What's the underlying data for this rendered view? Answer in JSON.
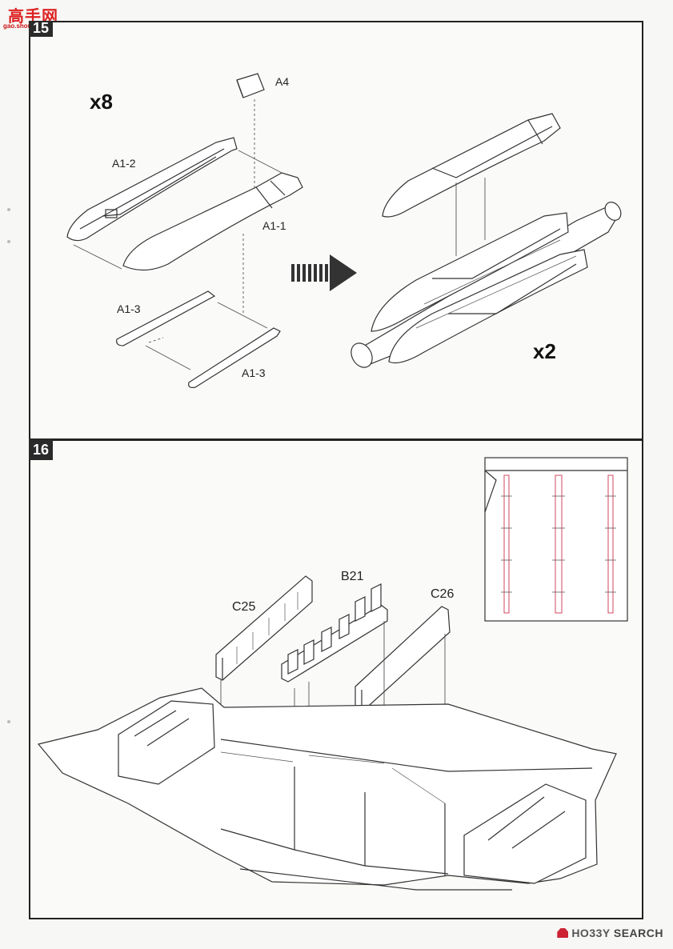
{
  "logo": {
    "text": "高手网",
    "site": "gao.shou.com"
  },
  "steps": [
    {
      "number": "15",
      "multiplier_top": "x8",
      "multiplier_bottom": "x2",
      "parts": [
        "A4",
        "A1-2",
        "A1-1",
        "A1-3",
        "A1-3"
      ]
    },
    {
      "number": "16",
      "parts": [
        "C25",
        "B21",
        "C26"
      ]
    }
  ],
  "watermark": {
    "brand": "HO33Y",
    "suffix": "SEARCH"
  },
  "colors": {
    "ink": "#222222",
    "inset_highlight": "#d9667a",
    "watermark_red": "#cc2233"
  }
}
